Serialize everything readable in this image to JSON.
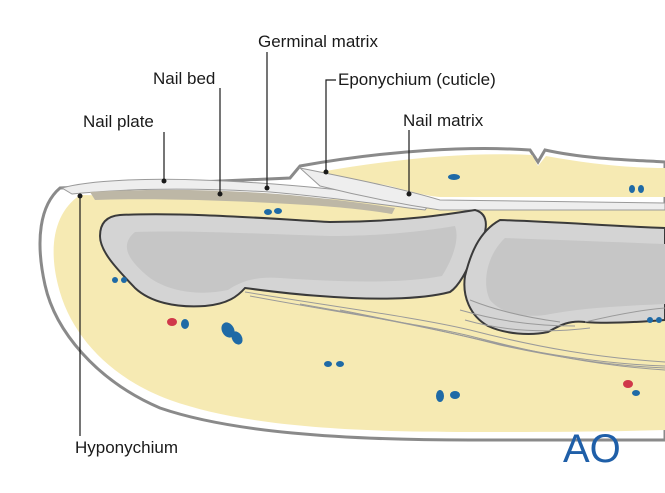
{
  "labels": {
    "germinal_matrix": "Germinal matrix",
    "nail_bed": "Nail bed",
    "eponychium": "Eponychium (cuticle)",
    "nail_plate": "Nail plate",
    "nail_matrix": "Nail matrix",
    "hyponychium": "Hyponychium"
  },
  "logo": {
    "text": "AO",
    "color": "#1f5fa8"
  },
  "colors": {
    "skin_outline": "#8a8a8a",
    "soft_tissue": "#f6eab3",
    "bone": "#d4d4d4",
    "bone_outline": "#3a3a3a",
    "nail": "#ebebeb",
    "nail_bed": "#bdb7a6",
    "blue_vessel": "#1f6aa6",
    "red_vessel": "#d0384a"
  }
}
